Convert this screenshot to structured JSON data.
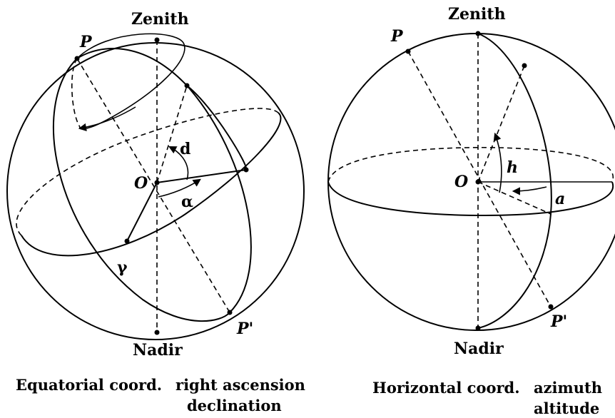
{
  "left": {
    "zenith": "Zenith",
    "nadir": "Nadir",
    "pole": "P",
    "pole_prime": "P'",
    "origin": "O",
    "declination_symbol": "d",
    "ra_symbol": "α",
    "vernal_symbol": "γ",
    "caption_main": "Equatorial coord.",
    "caption_line1": "right ascension",
    "caption_line2": "declination"
  },
  "right": {
    "zenith": "Zenith",
    "nadir": "Nadir",
    "pole": "P",
    "pole_prime": "P'",
    "origin": "O",
    "altitude_symbol": "h",
    "azimuth_symbol": "a",
    "caption_main": "Horizontal coord.",
    "caption_line1": "azimuth",
    "caption_line2": "altitude"
  }
}
